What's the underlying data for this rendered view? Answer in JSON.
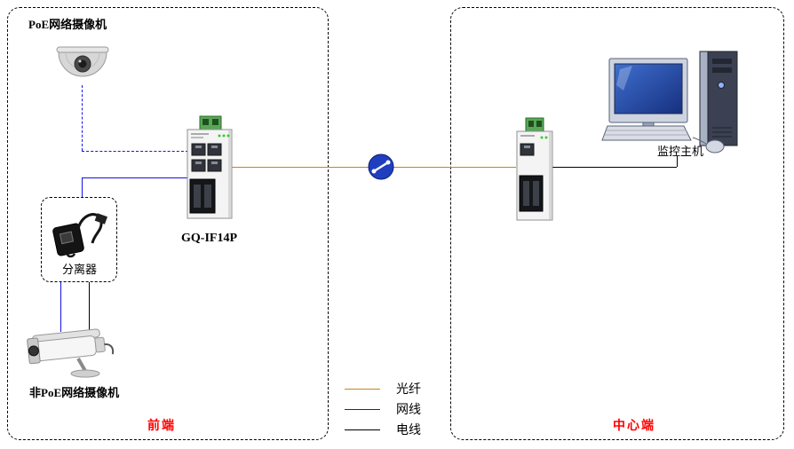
{
  "diagram": {
    "zones": {
      "front": {
        "label": "前端"
      },
      "center": {
        "label": "中心端"
      }
    },
    "nodes": {
      "poe_camera": {
        "label": "PoE网络摄像机"
      },
      "switch": {
        "label": "GQ-IF14P"
      },
      "splitter": {
        "label": "分离器"
      },
      "non_poe_camera": {
        "label": "非PoE网络摄像机"
      },
      "monitor_host": {
        "label": "监控主机"
      }
    },
    "legend": {
      "items": [
        {
          "label": "光纤",
          "type": "fiber"
        },
        {
          "label": "网线",
          "type": "ethernet"
        },
        {
          "label": "电线",
          "type": "wire"
        }
      ]
    },
    "colors": {
      "fiber": "#c8821e",
      "ethernet": "#1414e6",
      "wire": "#000000",
      "zone-label": "#ff0000",
      "border": "#000000"
    }
  }
}
